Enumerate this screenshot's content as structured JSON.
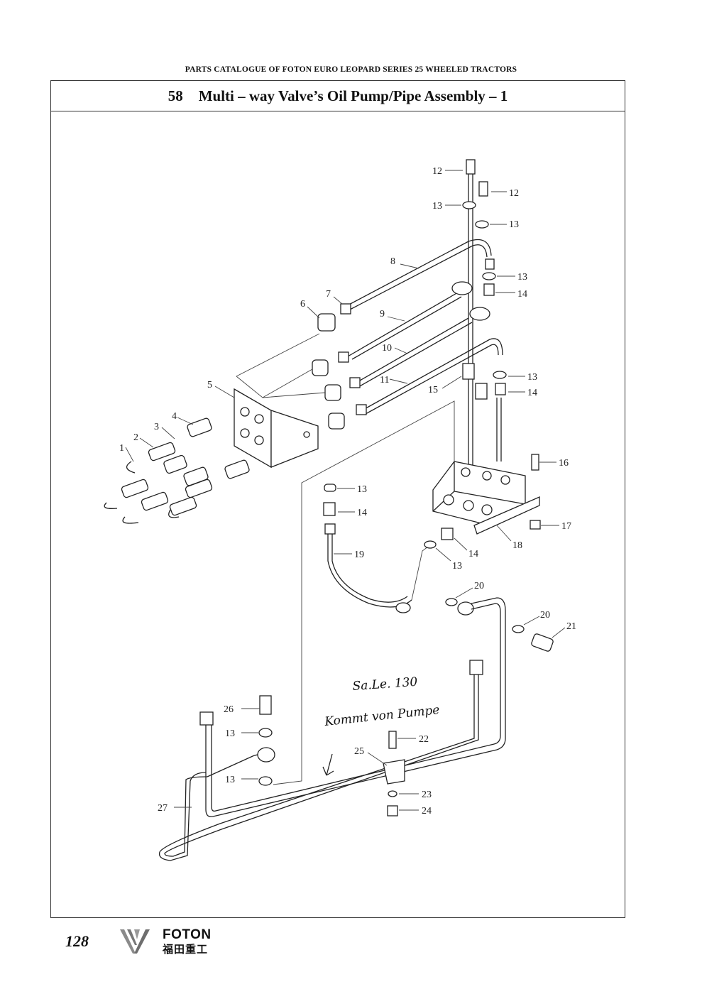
{
  "header": {
    "catalog_title": "PARTS CATALOGUE OF FOTON EURO LEOPARD SERIES 25 WHEELED TRACTORS"
  },
  "figure": {
    "number": "58",
    "title": "Multi – way Valve’s Oil Pump/Pipe Assembly – 1"
  },
  "callouts": [
    "12",
    "12",
    "13",
    "13",
    "13",
    "14",
    "8",
    "7",
    "6",
    "9",
    "10",
    "11",
    "15",
    "13",
    "14",
    "5",
    "4",
    "3",
    "2",
    "1",
    "16",
    "13",
    "14",
    "17",
    "18",
    "14",
    "13",
    "19",
    "20",
    "20",
    "21",
    "26",
    "13",
    "22",
    "25",
    "13",
    "23",
    "24",
    "27"
  ],
  "handwriting": {
    "line1": "Sa.Le. 130",
    "line2": "Kommt von Pumpe"
  },
  "footer": {
    "page_number": "128",
    "brand": "FOTON",
    "brand_cn": "福田重工"
  }
}
